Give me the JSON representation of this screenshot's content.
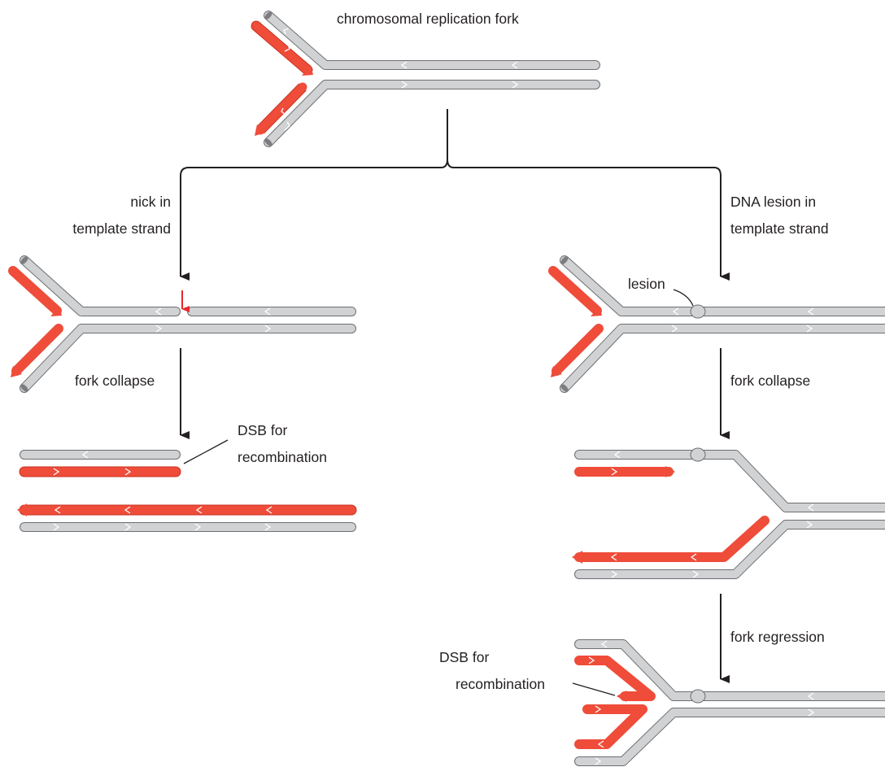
{
  "title": "chromosomal replication fork",
  "left": {
    "cause_line1": "nick in",
    "cause_line2": "template strand",
    "step": "fork collapse",
    "dsb_line1": "DSB for",
    "dsb_line2": "recombination"
  },
  "right": {
    "cause_line1": "DNA lesion in",
    "cause_line2": "template strand",
    "lesion": "lesion",
    "step1": "fork collapse",
    "step2": "fork regression",
    "dsb_line1": "DSB for",
    "dsb_line2": "recombination"
  },
  "colors": {
    "template_strand": "#cfd0d2",
    "new_strand": "#ef4c3a",
    "nick_marker": "#e8282e",
    "arrow": "#231f20",
    "text": "#231f20"
  }
}
